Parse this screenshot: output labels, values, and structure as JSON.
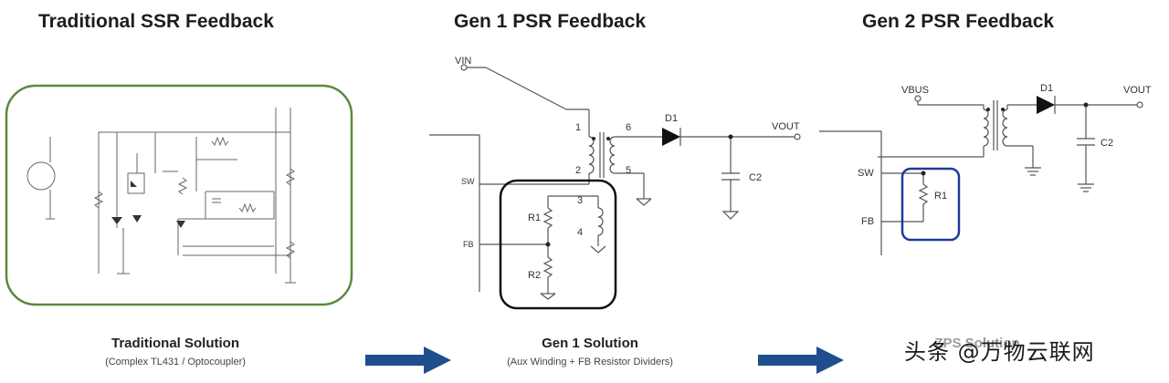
{
  "panels": [
    {
      "heading": "Traditional SSR Feedback",
      "caption_title": "Traditional Solution",
      "caption_sub": "(Complex TL431 / Optocoupler)"
    },
    {
      "heading": "Gen 1 PSR Feedback",
      "caption_title": "Gen 1 Solution",
      "caption_sub": "(Aux Winding + FB Resistor Dividers)",
      "labels": {
        "vin": "VIN",
        "vout": "VOUT",
        "d1": "D1",
        "c2": "C2",
        "sw": "SW",
        "fb": "FB",
        "r1": "R1",
        "r2": "R2",
        "pin1": "1",
        "pin2": "2",
        "pin3": "3",
        "pin4": "4",
        "pin5": "5",
        "pin6": "6"
      }
    },
    {
      "heading": "Gen 2 PSR Feedback",
      "caption_title": "ZPS Solution",
      "labels": {
        "vbus": "VBUS",
        "vout": "VOUT",
        "d1": "D1",
        "c2": "C2",
        "sw": "SW",
        "fb": "FB",
        "r1": "R1"
      }
    }
  ],
  "watermark": "头条 @万物云联网",
  "colors": {
    "ssr_box": "#5a8a3a",
    "gen1_box": "#111111",
    "gen2_box": "#1f3a9a",
    "arrow": "#1f4e8c"
  }
}
